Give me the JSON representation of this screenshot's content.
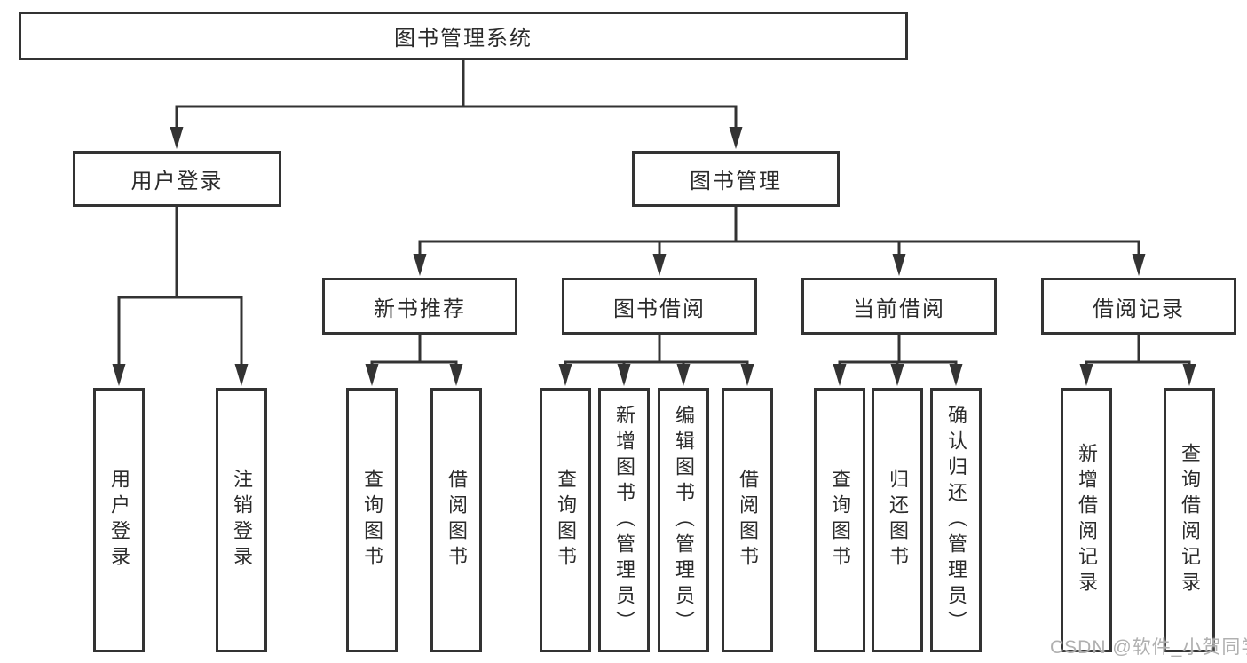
{
  "tree": {
    "root": {
      "label": "图书管理系统",
      "children": [
        {
          "label": "用户登录",
          "children": [
            {
              "label": "用户登录"
            },
            {
              "label": "注销登录"
            }
          ]
        },
        {
          "label": "图书管理",
          "children": [
            {
              "label": "新书推荐",
              "children": [
                {
                  "label": "查询图书"
                },
                {
                  "label": "借阅图书"
                }
              ]
            },
            {
              "label": "图书借阅",
              "children": [
                {
                  "label": "查询图书"
                },
                {
                  "label": "新增图书（管理员）"
                },
                {
                  "label": "编辑图书（管理员）"
                },
                {
                  "label": "借阅图书"
                }
              ]
            },
            {
              "label": "当前借阅",
              "children": [
                {
                  "label": "查询图书"
                },
                {
                  "label": "归还图书"
                },
                {
                  "label": "确认归还（管理员）"
                }
              ]
            },
            {
              "label": "借阅记录",
              "children": [
                {
                  "label": "新增借阅记录"
                },
                {
                  "label": "查询借阅记录"
                }
              ]
            }
          ]
        }
      ]
    }
  },
  "watermark": {
    "text": "CSDN @软件_小贺同学"
  },
  "colors": {
    "line": "#333333",
    "box_border": "#333333",
    "text": "#2b2b2b",
    "background": "#ffffff",
    "watermark": "#acacac"
  }
}
